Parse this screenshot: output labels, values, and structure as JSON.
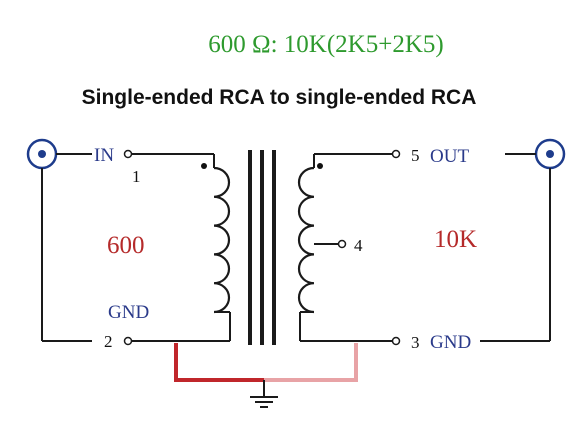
{
  "header": {
    "spec": "600 Ω: 10K(2K5+2K5)",
    "title": "Single-ended RCA to single-ended RCA"
  },
  "primary": {
    "in_label": "IN",
    "pin_in": "1",
    "impedance": "600",
    "gnd_label": "GND",
    "pin_gnd": "2"
  },
  "secondary": {
    "pin_out": "5",
    "out_label": "OUT",
    "pin_tap": "4",
    "impedance": "10K",
    "pin_gnd": "3",
    "gnd_label": "GND"
  },
  "colors": {
    "spec": "#2e9a2e",
    "impedance": "#b52a2a",
    "ground_wire": "#c0262b",
    "ground_wire_faded": "#e8a3a6",
    "connector": "#1e3c8c",
    "label_blue": "#2a3a8a"
  },
  "icons": {
    "rca_left": "rca-connector-icon",
    "rca_right": "rca-connector-icon",
    "ground": "ground-symbol-icon"
  }
}
